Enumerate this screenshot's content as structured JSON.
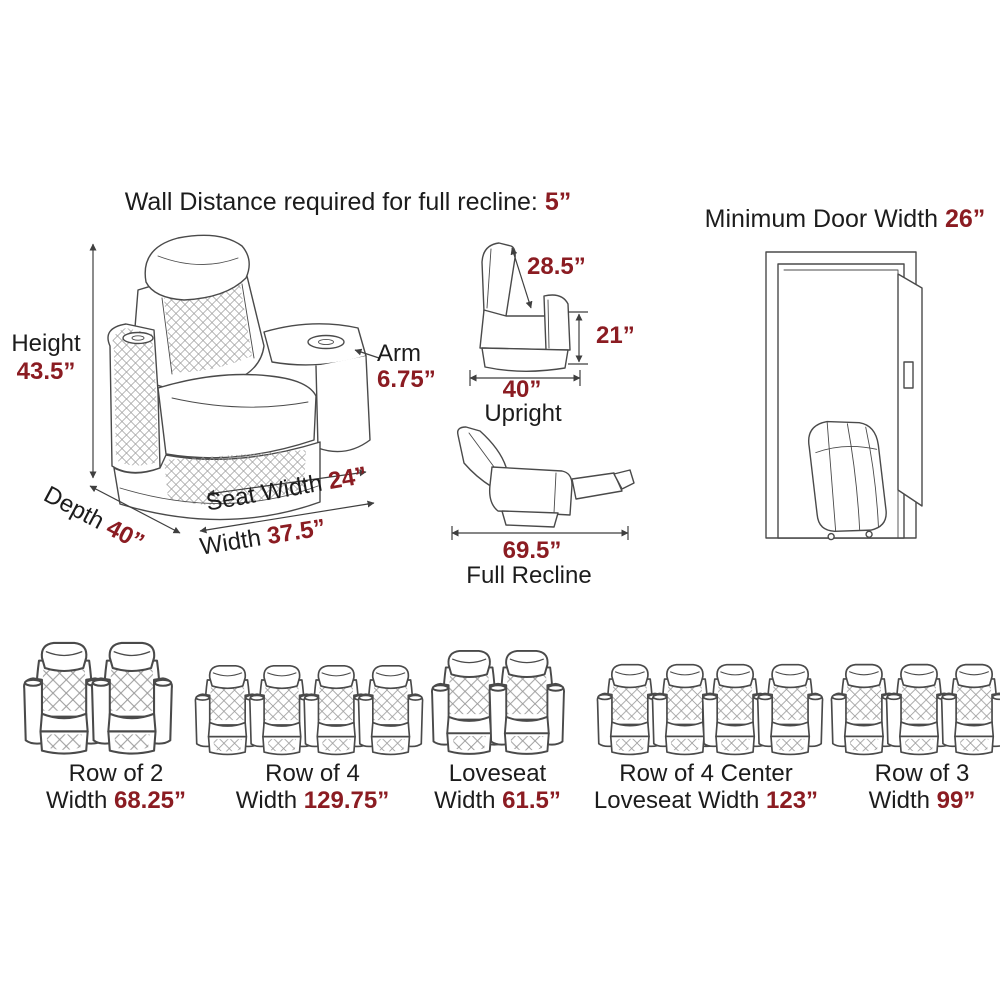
{
  "colors": {
    "accent_red": "#8b1c22",
    "ink": "#1c1c1c",
    "line_art": "#4a4a4a",
    "background": "#ffffff"
  },
  "header": {
    "wall_distance_label": "Wall Distance required for full recline: ",
    "wall_distance_value": "5”",
    "door_label": "Minimum Door Width ",
    "door_value": "26”"
  },
  "front_view": {
    "height_label": "Height",
    "height_value": "43.5”",
    "arm_label": "Arm",
    "arm_value": "6.75”",
    "depth_label": "Depth ",
    "depth_value": "40”",
    "seat_width_label": "Seat Width ",
    "seat_width_value": "24”",
    "width_label": "Width ",
    "width_value": "37.5”"
  },
  "upright_view": {
    "back_length": "28.5”",
    "seat_height": "21”",
    "depth": "40”",
    "caption": "Upright"
  },
  "recline_view": {
    "total_length": "69.5”",
    "caption": "Full Recline"
  },
  "configurations": [
    {
      "line1": "Row of 2",
      "line2_label": "Width ",
      "line2_value": "68.25”",
      "seats": 2
    },
    {
      "line1": "Row of 4",
      "line2_label": "Width ",
      "line2_value": "129.75”",
      "seats": 4
    },
    {
      "line1": "Loveseat",
      "line2_label": "Width ",
      "line2_value": "61.5”",
      "seats": 2
    },
    {
      "line1": "Row of 4 Center",
      "line2_label": "Loveseat Width ",
      "line2_value": "123”",
      "seats": 4
    },
    {
      "line1": "Row of 3",
      "line2_label": "Width ",
      "line2_value": "99”",
      "seats": 3
    }
  ]
}
